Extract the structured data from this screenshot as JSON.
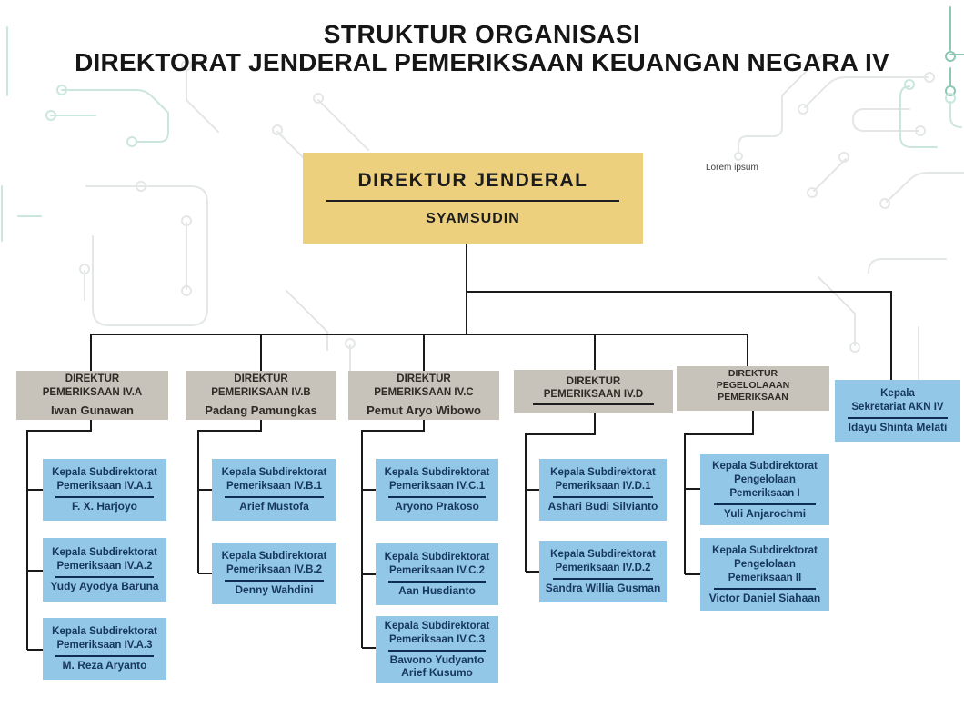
{
  "page_title": {
    "line1": "STRUKTUR ORGANISASI",
    "line2": "DIREKTORAT JENDERAL PEMERIKSAAN KEUANGAN NEGARA IV"
  },
  "annotation": "Lorem ipsum",
  "colors": {
    "root_box_fill": "#ecd07e",
    "director_box_fill": "#c7c3ba",
    "subdirectorate_box_fill": "#92c7e8",
    "subdirectorate_text": "#16365f",
    "connector_line": "#1a1a1a",
    "circuit_teal": "#8cc8b5",
    "circuit_teal_light": "#cbe6dd",
    "circuit_gray_light": "#e3e7e5"
  },
  "org": {
    "root": {
      "title": "DIREKTUR JENDERAL",
      "name": "SYAMSUDIN"
    },
    "directors": [
      {
        "title_lines": [
          "DIREKTUR",
          "PEMERIKSAAN IV.A"
        ],
        "name": "Iwan Gunawan"
      },
      {
        "title_lines": [
          "DIREKTUR",
          "PEMERIKSAAN IV.B"
        ],
        "name": "Padang Pamungkas"
      },
      {
        "title_lines": [
          "DIREKTUR",
          "PEMERIKSAAN IV.C"
        ],
        "name": "Pemut Aryo Wibowo"
      },
      {
        "title_lines": [
          "DIREKTUR",
          "PEMERIKSAAN IV.D"
        ],
        "name": ""
      },
      {
        "title_lines": [
          "DIREKTUR",
          "PEGELOLAAAN PEMERIKSAAN"
        ],
        "name": ""
      }
    ],
    "secretariat": {
      "title_lines": [
        "Kepala",
        "Sekretariat AKN IV"
      ],
      "name": "Idayu Shinta Melati"
    },
    "subdirectorates": {
      "a": [
        {
          "title_lines": [
            "Kepala Subdirektorat",
            "Pemeriksaan IV.A.1"
          ],
          "name": "F. X. Harjoyo"
        },
        {
          "title_lines": [
            "Kepala Subdirektorat",
            "Pemeriksaan IV.A.2"
          ],
          "name": "Yudy Ayodya Baruna"
        },
        {
          "title_lines": [
            "Kepala Subdirektorat",
            "Pemeriksaan IV.A.3"
          ],
          "name": "M. Reza Aryanto"
        }
      ],
      "b": [
        {
          "title_lines": [
            "Kepala Subdirektorat",
            "Pemeriksaan IV.B.1"
          ],
          "name": "Arief Mustofa"
        },
        {
          "title_lines": [
            "Kepala Subdirektorat",
            "Pemeriksaan IV.B.2"
          ],
          "name": "Denny Wahdini"
        }
      ],
      "c": [
        {
          "title_lines": [
            "Kepala Subdirektorat",
            "Pemeriksaan IV.C.1"
          ],
          "name": "Aryono Prakoso"
        },
        {
          "title_lines": [
            "Kepala Subdirektorat",
            "Pemeriksaan IV.C.2"
          ],
          "name": "Aan Husdianto"
        },
        {
          "title_lines": [
            "Kepala Subdirektorat",
            "Pemeriksaan IV.C.3"
          ],
          "name": "Bawono Yudyanto Arief Kusumo"
        }
      ],
      "d": [
        {
          "title_lines": [
            "Kepala Subdirektorat",
            "Pemeriksaan IV.D.1"
          ],
          "name": "Ashari Budi Silvianto"
        },
        {
          "title_lines": [
            "Kepala Subdirektorat",
            "Pemeriksaan IV.D.2"
          ],
          "name": "Sandra Willia Gusman"
        }
      ],
      "e": [
        {
          "title_lines": [
            "Kepala Subdirektorat",
            "Pengelolaan",
            "Pemeriksaan I"
          ],
          "name": "Yuli Anjarochmi"
        },
        {
          "title_lines": [
            "Kepala Subdirektorat",
            "Pengelolaan",
            "Pemeriksaan II"
          ],
          "name": "Victor Daniel Siahaan"
        }
      ]
    }
  }
}
